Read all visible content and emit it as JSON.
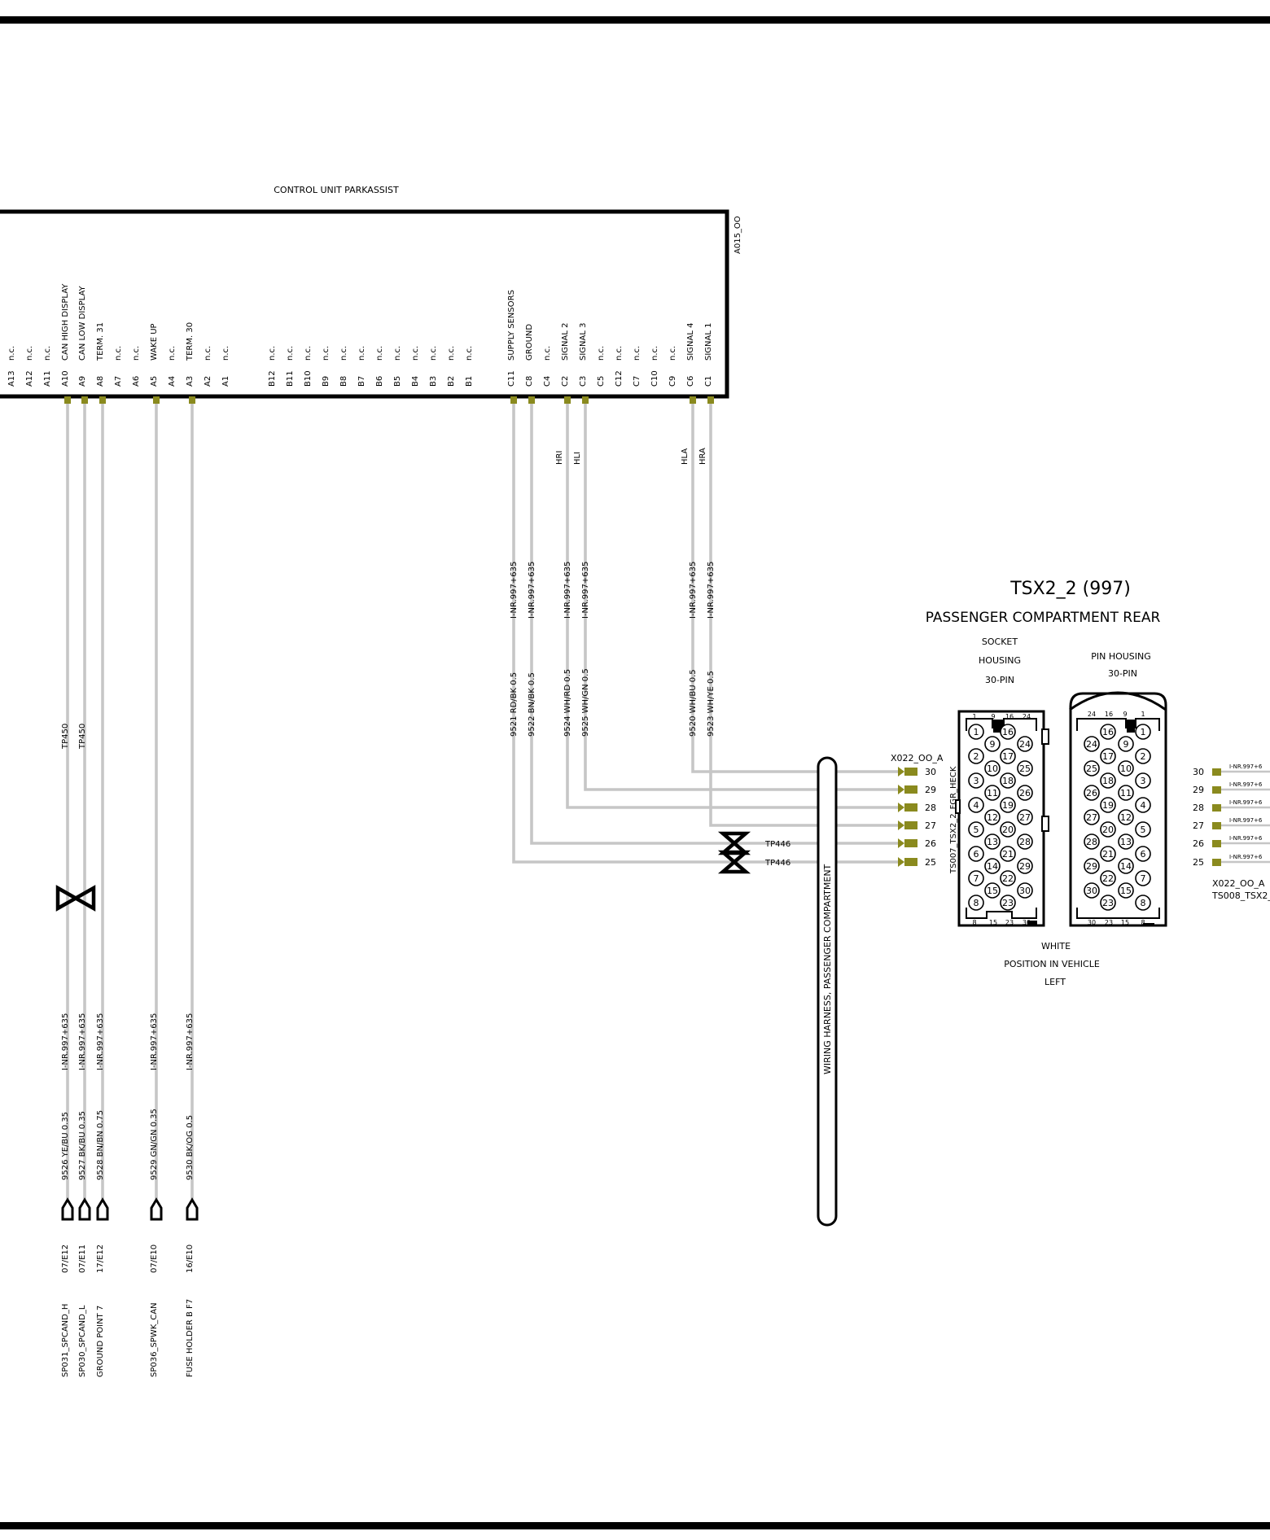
{
  "control_unit": {
    "title": "CONTROL UNIT PARKASSIST",
    "code": "A015_OO",
    "pins_a": [
      {
        "pin": "A13",
        "label": "n.c."
      },
      {
        "pin": "A12",
        "label": "n.c."
      },
      {
        "pin": "A11",
        "label": "n.c."
      },
      {
        "pin": "A10",
        "label": "CAN HIGH DISPLAY"
      },
      {
        "pin": "A9",
        "label": "CAN  LOW  DISPLAY"
      },
      {
        "pin": "A8",
        "label": "TERM. 31"
      },
      {
        "pin": "A7",
        "label": "n.c."
      },
      {
        "pin": "A6",
        "label": "n.c."
      },
      {
        "pin": "A5",
        "label": "WAKE UP"
      },
      {
        "pin": "A4",
        "label": "n.c."
      },
      {
        "pin": "A3",
        "label": "TERM. 30"
      },
      {
        "pin": "A2",
        "label": "n.c."
      },
      {
        "pin": "A1",
        "label": "n.c."
      }
    ],
    "pins_b": [
      {
        "pin": "B12",
        "label": "n.c."
      },
      {
        "pin": "B11",
        "label": "n.c."
      },
      {
        "pin": "B10",
        "label": "n.c."
      },
      {
        "pin": "B9",
        "label": "n.c."
      },
      {
        "pin": "B8",
        "label": "n.c."
      },
      {
        "pin": "B7",
        "label": "n.c."
      },
      {
        "pin": "B6",
        "label": "n.c."
      },
      {
        "pin": "B5",
        "label": "n.c."
      },
      {
        "pin": "B4",
        "label": "n.c."
      },
      {
        "pin": "B3",
        "label": "n.c."
      },
      {
        "pin": "B2",
        "label": "n.c."
      },
      {
        "pin": "B1",
        "label": "n.c."
      }
    ],
    "pins_c": [
      {
        "pin": "C11",
        "label": "SUPPLY  SENSORS"
      },
      {
        "pin": "C8",
        "label": "GROUND"
      },
      {
        "pin": "C4",
        "label": "n.c."
      },
      {
        "pin": "C2",
        "label": "SIGNAL  2"
      },
      {
        "pin": "C3",
        "label": "SIGNAL  3"
      },
      {
        "pin": "C5",
        "label": "n.c."
      },
      {
        "pin": "C12",
        "label": "n.c."
      },
      {
        "pin": "C7",
        "label": "n.c."
      },
      {
        "pin": "C10",
        "label": "n.c."
      },
      {
        "pin": "C9",
        "label": "n.c."
      },
      {
        "pin": "C6",
        "label": "SIGNAL  4"
      },
      {
        "pin": "C1",
        "label": "SIGNAL  1"
      }
    ]
  },
  "left_wires": [
    {
      "wire": "9526 YE/BU 0.35",
      "nr": "I-NR.997+635",
      "ref": "07/E12",
      "dest": "SP031_SPCAND_H",
      "tp": "TP450"
    },
    {
      "wire": "9527 BK/BU 0.35",
      "nr": "I-NR.997+635",
      "ref": "07/E11",
      "dest": "SP030_SPCAND_L",
      "tp": "TP450"
    },
    {
      "wire": "9528 BN/BN 0.75",
      "nr": "I-NR.997+635",
      "ref": "17/E12",
      "dest": "GROUND POINT 7",
      "tp": ""
    },
    {
      "wire": "9529 GN/GN 0.35",
      "nr": "I-NR.997+635",
      "ref": "07/E10",
      "dest": "SP036_SPWK_CAN",
      "tp": ""
    },
    {
      "wire": "9530 BK/OG 0.5",
      "nr": "I-NR.997+635",
      "ref": "16/E10",
      "dest": "FUSE HOLDER B  F7",
      "tp": ""
    }
  ],
  "right_wires": [
    {
      "wire": "9521 RD/BK 0.5",
      "nr": "I-NR.997+635",
      "signal": "",
      "conn_pin": "25"
    },
    {
      "wire": "9522 BN/BK 0.5",
      "nr": "I-NR.997+635",
      "signal": "",
      "conn_pin": "26"
    },
    {
      "wire": "9524 WH/RD 0.5",
      "nr": "I-NR.997+635",
      "signal": "HRI",
      "conn_pin": "28"
    },
    {
      "wire": "9525 WH/GN 0.5",
      "nr": "I-NR.997+635",
      "signal": "HLI",
      "conn_pin": "29"
    },
    {
      "wire": "9520 WH/BU 0.5",
      "nr": "I-NR.997+635",
      "signal": "HLA",
      "conn_pin": "30"
    },
    {
      "wire": "9523 WH/YE 0.5",
      "nr": "I-NR.997+635",
      "signal": "HRA",
      "conn_pin": "27"
    }
  ],
  "tp446": "TP446",
  "harness_label": "WIRING HARNESS, PASSENGER COMPARTMENT",
  "connector": {
    "title": "TSX2_2 (997)",
    "subtitle": "PASSENGER COMPARTMENT  REAR",
    "socket_label": [
      "SOCKET",
      "HOUSING",
      "30-PIN"
    ],
    "pin_label": [
      "PIN HOUSING",
      "30-PIN"
    ],
    "x_code_left": "X022_OO_A",
    "ts_left": "TS007_TSX2_2_FGR_HECK",
    "x_code_right": "X022_OO_A",
    "ts_right": "TS008_TSX2_",
    "pins": [
      "30",
      "29",
      "28",
      "27",
      "26",
      "25"
    ],
    "right_nr": "I-NR.997+6",
    "color": "WHITE",
    "position_label": "POSITION IN VEHICLE",
    "position": "LEFT",
    "socket_corner_nums": {
      "top": [
        "1",
        "9",
        "16",
        "24"
      ],
      "bottom": [
        "8",
        "15",
        "23",
        "30"
      ]
    },
    "pin_corner_nums": {
      "top": [
        "24",
        "16",
        "9",
        "1"
      ],
      "bottom": [
        "30",
        "23",
        "15",
        "8"
      ]
    }
  }
}
